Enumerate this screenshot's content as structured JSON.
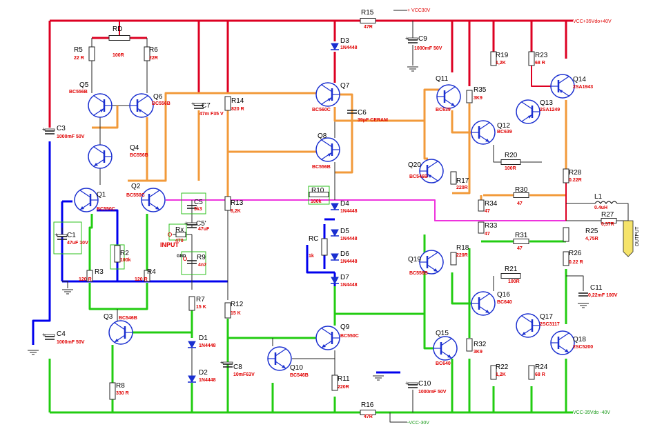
{
  "rails": {
    "vcc_pos": "+ VCC30V",
    "vcc_neg": "-VCC-30V",
    "vcc_out_pos": "VCC+35Vdo+40V",
    "vcc_out_neg": "VCC-35Vdo -40V",
    "input": "INPUT",
    "input_mark": "GND",
    "output": "OUTPUT"
  },
  "colors": {
    "power_rail": "#dd0022",
    "neg_rail": "#22cc11",
    "feedback": "#0000ee",
    "signal": "#f29a3a",
    "bias": "#ee33dd",
    "highlight_box": "#2ec21e",
    "value_text": "#e00000"
  },
  "components": [
    {
      "ref": "R15",
      "value": "47R"
    },
    {
      "ref": "C9",
      "value": "1000mF 50V"
    },
    {
      "ref": "RD",
      "value": "100R"
    },
    {
      "ref": "R5",
      "value": "22 R"
    },
    {
      "ref": "R6",
      "value": "22R"
    },
    {
      "ref": "C3",
      "value": "1000mF 50V"
    },
    {
      "ref": "Q5",
      "value": "BC556B"
    },
    {
      "ref": "Q6",
      "value": "BC556B"
    },
    {
      "ref": "C7",
      "value": "47m F35 V"
    },
    {
      "ref": "R14",
      "value": "820 R"
    },
    {
      "ref": "Q7",
      "value": "BC560C"
    },
    {
      "ref": "C6",
      "value": "39pF CERAM"
    },
    {
      "ref": "D3",
      "value": "1N4448"
    },
    {
      "ref": "Q4",
      "value": "BC556B"
    },
    {
      "ref": "Q8",
      "value": "BC556B"
    },
    {
      "ref": "Q1",
      "value": "BC550C"
    },
    {
      "ref": "Q2",
      "value": "BC550C"
    },
    {
      "ref": "C5",
      "value": "3k3"
    },
    {
      "ref": "C5'",
      "value": "47uF"
    },
    {
      "ref": "Rx",
      "value": "470"
    },
    {
      "ref": "R13",
      "value": "8,2K"
    },
    {
      "ref": "R10",
      "value": "100k"
    },
    {
      "ref": "D4",
      "value": "1N4448"
    },
    {
      "ref": "C1",
      "value": "47uF 10V"
    },
    {
      "ref": "R2",
      "value": "100k"
    },
    {
      "ref": "R9",
      "value": "4n7"
    },
    {
      "ref": "RC",
      "value": "1k"
    },
    {
      "ref": "D5",
      "value": "1N4448"
    },
    {
      "ref": "D6",
      "value": "1N4448"
    },
    {
      "ref": "D7",
      "value": "1N4448"
    },
    {
      "ref": "R3",
      "value": "120 R"
    },
    {
      "ref": "R4",
      "value": "120 R"
    },
    {
      "ref": "R7",
      "value": "15 K"
    },
    {
      "ref": "R12",
      "value": "15 K"
    },
    {
      "ref": "Q3",
      "value": "BC546B"
    },
    {
      "ref": "C4",
      "value": "1000mF 50V"
    },
    {
      "ref": "D1",
      "value": "1N4448"
    },
    {
      "ref": "D2",
      "value": "1N4448"
    },
    {
      "ref": "Q9",
      "value": "BC550C"
    },
    {
      "ref": "R8",
      "value": "330 R"
    },
    {
      "ref": "C8",
      "value": "10mF63V"
    },
    {
      "ref": "Q10",
      "value": "BC546B"
    },
    {
      "ref": "R11",
      "value": "220R"
    },
    {
      "ref": "R16",
      "value": "47R"
    },
    {
      "ref": "C10",
      "value": "1000mF 50V"
    },
    {
      "ref": "Q11",
      "value": "BC639"
    },
    {
      "ref": "R35",
      "value": "3K9"
    },
    {
      "ref": "R19",
      "value": "1,2K"
    },
    {
      "ref": "R23",
      "value": "68 R"
    },
    {
      "ref": "Q14",
      "value": "2SA1943"
    },
    {
      "ref": "Q13",
      "value": "2SA1249"
    },
    {
      "ref": "Q12",
      "value": "BC639"
    },
    {
      "ref": "R20",
      "value": "100R"
    },
    {
      "ref": "Q20",
      "value": "BC546B"
    },
    {
      "ref": "R17",
      "value": "220R"
    },
    {
      "ref": "R28",
      "value": "0.22R"
    },
    {
      "ref": "R30",
      "value": "47"
    },
    {
      "ref": "R34",
      "value": "47"
    },
    {
      "ref": "L1",
      "value": "0.4uH"
    },
    {
      "ref": "R27",
      "value": "0,57R"
    },
    {
      "ref": "R33",
      "value": "47"
    },
    {
      "ref": "R25",
      "value": "4,75R"
    },
    {
      "ref": "R31",
      "value": "47"
    },
    {
      "ref": "R18",
      "value": "220R"
    },
    {
      "ref": "R26",
      "value": "0.22 R"
    },
    {
      "ref": "Q19",
      "value": "BC556B"
    },
    {
      "ref": "R21",
      "value": "100R"
    },
    {
      "ref": "C11",
      "value": "0,22mF 100V"
    },
    {
      "ref": "Q16",
      "value": "BC640"
    },
    {
      "ref": "Q17",
      "value": "2SC3117"
    },
    {
      "ref": "Q15",
      "value": "BC640"
    },
    {
      "ref": "R32",
      "value": "3K9"
    },
    {
      "ref": "Q18",
      "value": "2SC5200"
    },
    {
      "ref": "R22",
      "value": "1,2K"
    },
    {
      "ref": "R24",
      "value": "68 R"
    }
  ]
}
